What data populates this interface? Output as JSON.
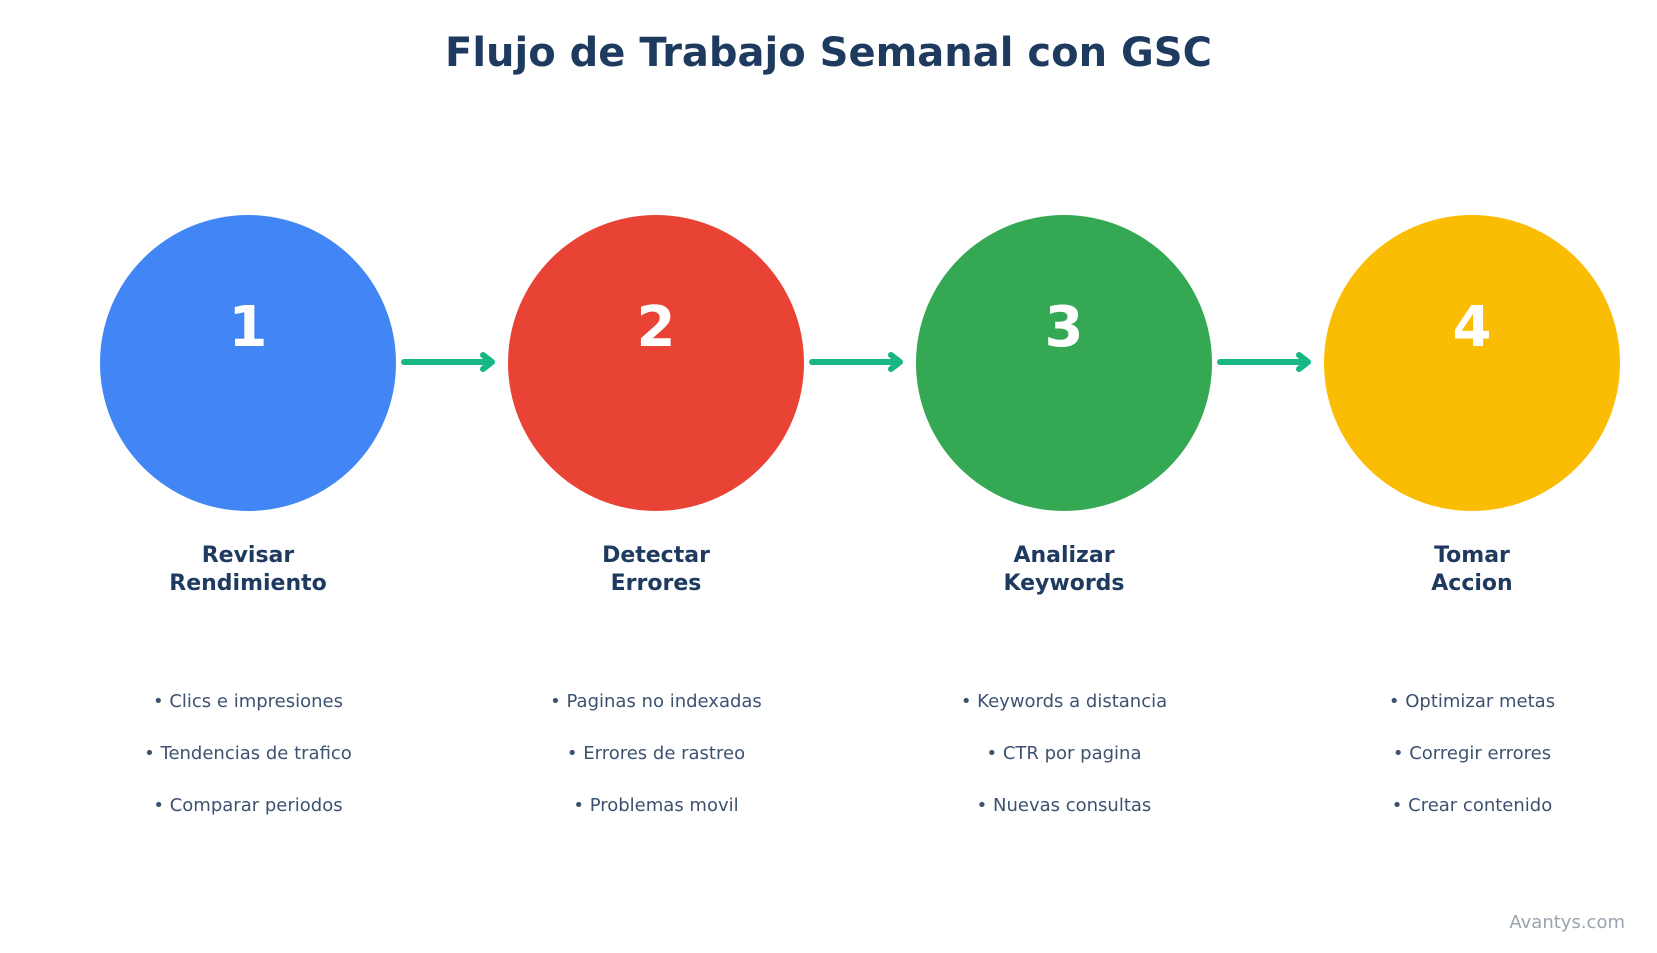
{
  "title": "Flujo de Trabajo Semanal con GSC",
  "colors": {
    "title": "#1e3a5f",
    "arrow": "#16b784",
    "bullet_text": "#3d5270",
    "footer": "#9aa3ad"
  },
  "steps": [
    {
      "number": "1",
      "color": "#4285f4",
      "title_lines": [
        "Revisar",
        "Rendimiento"
      ],
      "bullets": [
        "• Clics e impresiones",
        "• Tendencias de trafico",
        "• Comparar periodos"
      ]
    },
    {
      "number": "2",
      "color": "#e94335",
      "title_lines": [
        "Detectar",
        "Errores"
      ],
      "bullets": [
        "• Paginas no indexadas",
        "• Errores de rastreo",
        "• Problemas movil"
      ]
    },
    {
      "number": "3",
      "color": "#34a853",
      "title_lines": [
        "Analizar",
        "Keywords"
      ],
      "bullets": [
        "• Keywords a distancia",
        "• CTR por pagina",
        "• Nuevas consultas"
      ]
    },
    {
      "number": "4",
      "color": "#fbbc04",
      "title_lines": [
        "Tomar",
        "Accion"
      ],
      "bullets": [
        "• Optimizar metas",
        "• Corregir errores",
        "• Crear contenido"
      ]
    }
  ],
  "footer": "Avantys.com"
}
